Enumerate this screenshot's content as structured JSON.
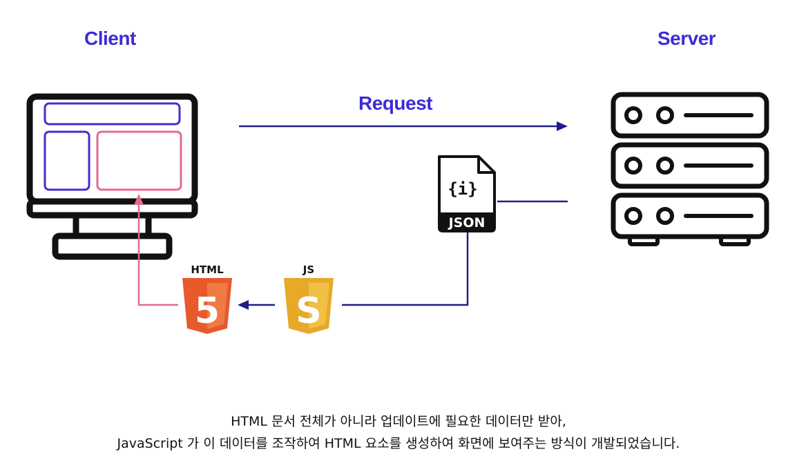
{
  "labels": {
    "client": "Client",
    "server": "Server",
    "request": "Request"
  },
  "file_icons": {
    "json": "JSON",
    "json_glyph": "{i}",
    "html": "HTML",
    "js": "JS",
    "html_digit": "5",
    "js_digit": "S"
  },
  "caption": {
    "line1": "HTML 문서 전체가 아니라 업데이트에 필요한 데이터만 받아,",
    "line2": "JavaScript 가 이 데이터를 조작하여 HTML 요소를 생성하여 화면에 보여주는 방식이 개발되었습니다."
  },
  "colors": {
    "heading": "#3d2bd6",
    "arrow": "#1f1d8f",
    "pink": "#e46b8b",
    "monitor_panel": "#4a2bd0",
    "outline": "#111111",
    "html_orange": "#e65a2b",
    "html_orange_dark": "#f07a45",
    "js_yellow": "#e6a92a",
    "js_yellow_light": "#f0bf45"
  },
  "icons": [
    "monitor-icon",
    "server-rack-icon",
    "json-file-icon",
    "html5-icon",
    "js-icon"
  ]
}
